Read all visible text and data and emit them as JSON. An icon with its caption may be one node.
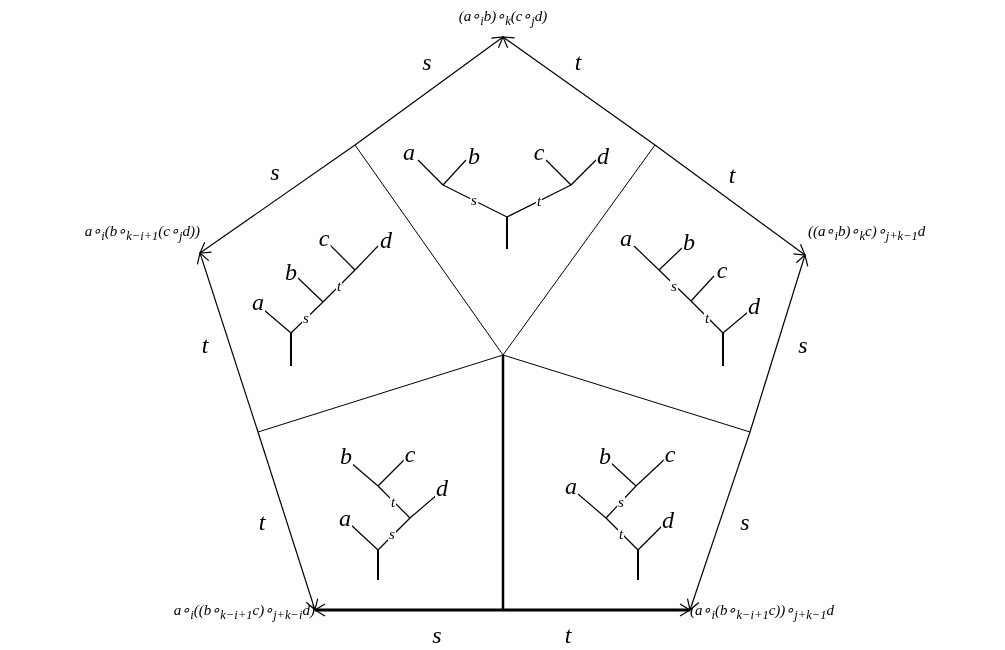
{
  "diagram": {
    "nodes": [
      {
        "text": [
          "(a∘$_{i}$b)∘$_{k}$(c∘$_{j}$d)"
        ]
      },
      {
        "text": [
          "a∘$_{i}$(b∘$_{k−i+1}$(c∘$_{j}$d))"
        ]
      },
      {
        "text": [
          "((a∘$_{i}$b)∘$_{k}$c)∘$_{j+k−1}$d"
        ]
      },
      {
        "text": [
          "a∘$_{i}$((b∘$_{k−i+1}$c)∘$_{j+k−i}$d)"
        ]
      },
      {
        "text": [
          "(a∘$_{i}$(b∘$_{k−i+1}$c))∘$_{j+k−1}$d"
        ]
      }
    ],
    "edges": [
      {
        "from": null,
        "to": 0,
        "arrow": "to",
        "label": "s"
      },
      {
        "from": null,
        "to": 0,
        "arrow": "to",
        "label": "t"
      },
      {
        "from": null,
        "to": 1,
        "arrow": "to",
        "label": "s"
      },
      {
        "from": null,
        "to": 2,
        "arrow": "to",
        "label": "t"
      },
      {
        "from": null,
        "to": 1,
        "arrow": "to",
        "label": "t"
      },
      {
        "from": null,
        "to": 2,
        "arrow": "to",
        "label": "s"
      },
      {
        "from": null,
        "to": 3,
        "arrow": "to",
        "label": "t"
      },
      {
        "from": null,
        "to": 4,
        "arrow": "to",
        "label": "s"
      },
      {
        "from": null,
        "to": 3,
        "arrow": "to",
        "label": "s",
        "style": "thick"
      },
      {
        "from": null,
        "to": 4,
        "arrow": "to",
        "label": "t",
        "style": "thick"
      }
    ],
    "labels": [
      "a",
      "b",
      "c",
      "d",
      "s",
      "t",
      "c",
      "d",
      "b",
      "t",
      "a",
      "s",
      "a",
      "b",
      "c",
      "s",
      "d",
      "t",
      "c",
      "b",
      "d",
      "t",
      "a",
      "s",
      "c",
      "b",
      "a",
      "s",
      "d",
      "t"
    ]
  }
}
